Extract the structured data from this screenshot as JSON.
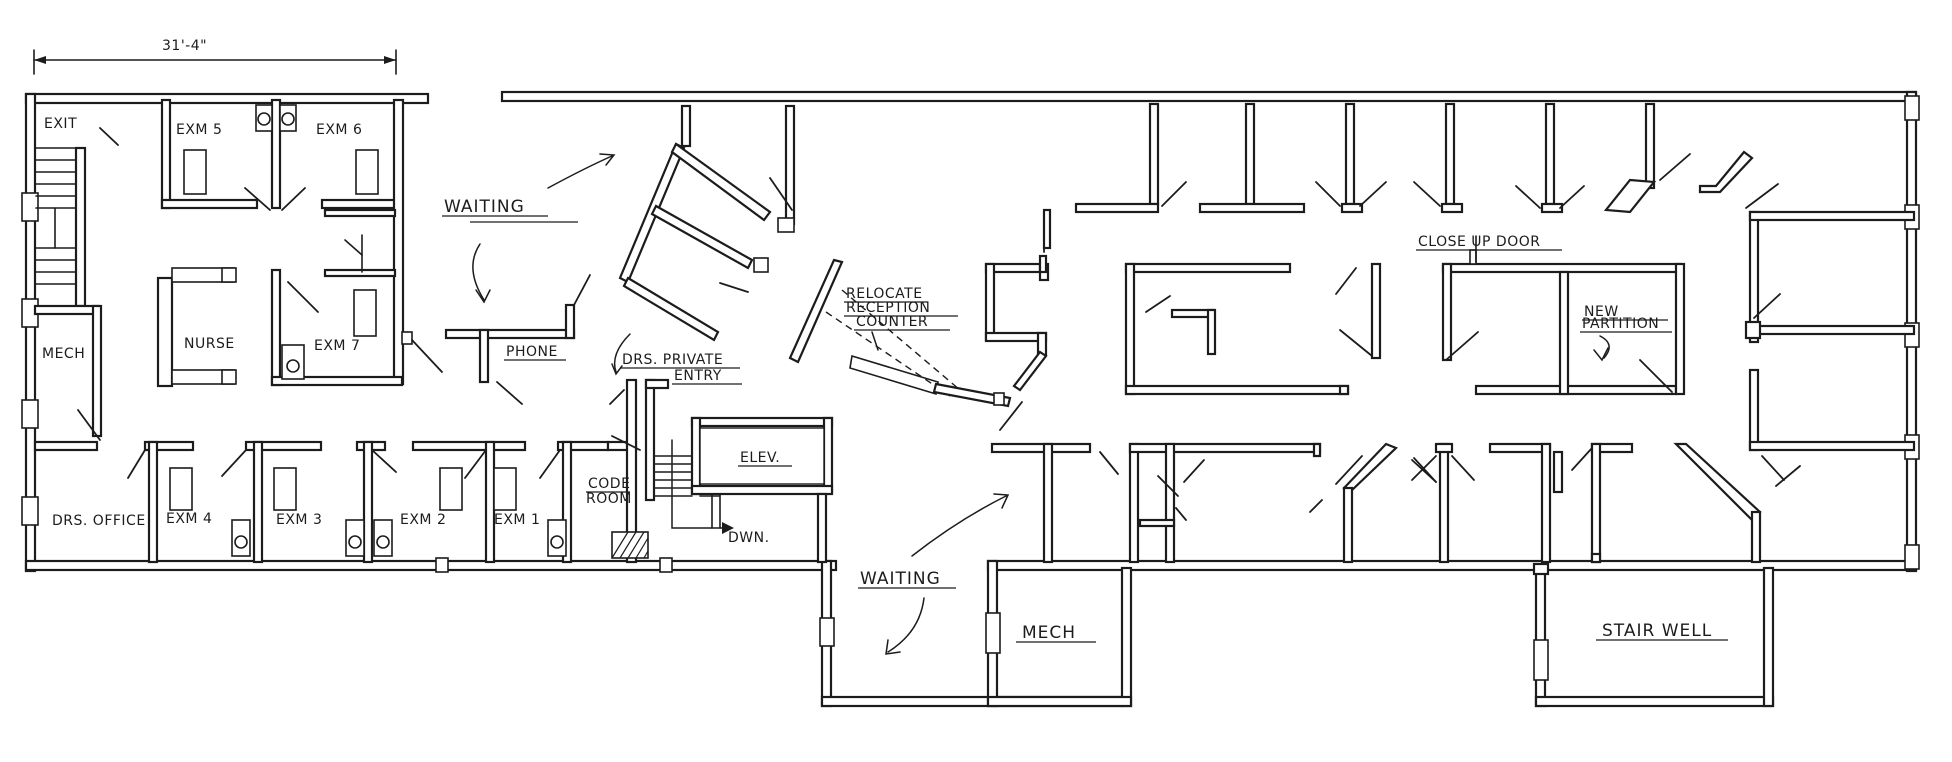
{
  "dimension": "31'-4\"",
  "rooms": {
    "exit": "EXIT",
    "exam5": "EXM 5",
    "exam6": "EXM 6",
    "exam7": "EXM 7",
    "nurse": "NURSE",
    "mech_left": "MECH",
    "drs_office": "DRS. OFFICE",
    "exam4": "EXM 4",
    "exam3": "EXM 3",
    "exam2": "EXM 2",
    "exam1": "EXM 1",
    "code_room_1": "CODE",
    "code_room_2": "ROOM",
    "waiting_top": "WAITING",
    "phone": "PHONE",
    "drs_private_1": "DRS. PRIVATE",
    "drs_private_2": "ENTRY",
    "elevator": "ELEV.",
    "down": "DWN.",
    "waiting_bottom": "WAITING",
    "mech_bottom": "MECH",
    "stair_well": "STAIR WELL"
  },
  "notes": {
    "relocate_1": "RELOCATE",
    "relocate_2": "RECEPTION",
    "relocate_3": "COUNTER",
    "close_up_door": "CLOSE UP DOOR",
    "new_partition_1": "NEW",
    "new_partition_2": "PARTITION"
  }
}
